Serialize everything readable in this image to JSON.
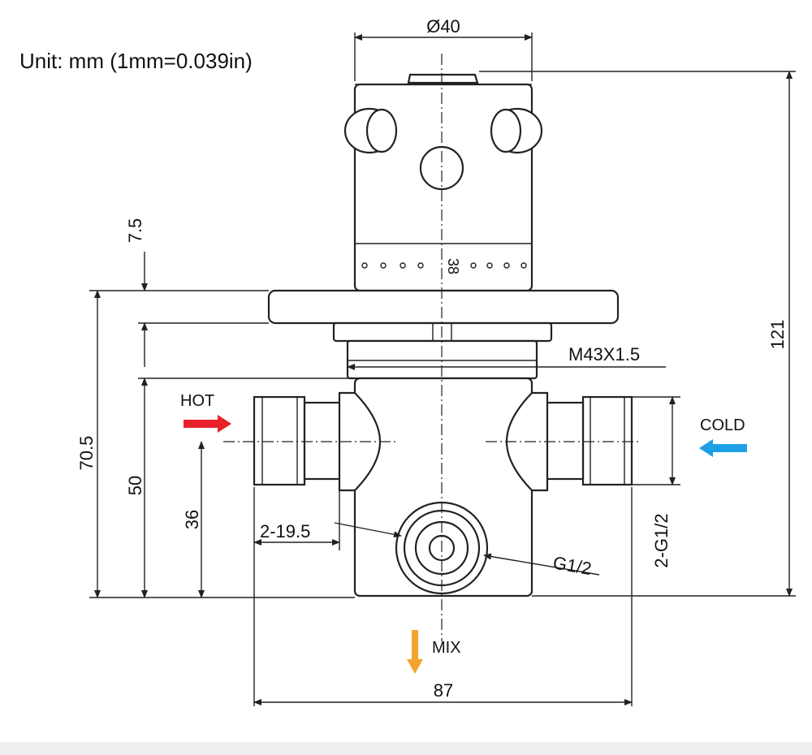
{
  "unit_note": "Unit: mm (1mm=0.039in)",
  "dimensions": {
    "top_diameter": "Ø40",
    "total_height": "121",
    "plate_thickness": "7.5",
    "body_height": "70.5",
    "inlet_height": "50",
    "center_height": "36",
    "thread": "M43X1.5",
    "hex_width": "2-19.5",
    "outlet_thread": "G1/2",
    "inlet_thread": "2-G1/2",
    "overall_width": "87"
  },
  "flows": {
    "hot": {
      "label": "HOT",
      "color": "#e8202a"
    },
    "cold": {
      "label": "COLD",
      "color": "#1ea0e6"
    },
    "mix": {
      "label": "MIX",
      "color": "#f2a52e"
    }
  },
  "dial_marks": "38"
}
